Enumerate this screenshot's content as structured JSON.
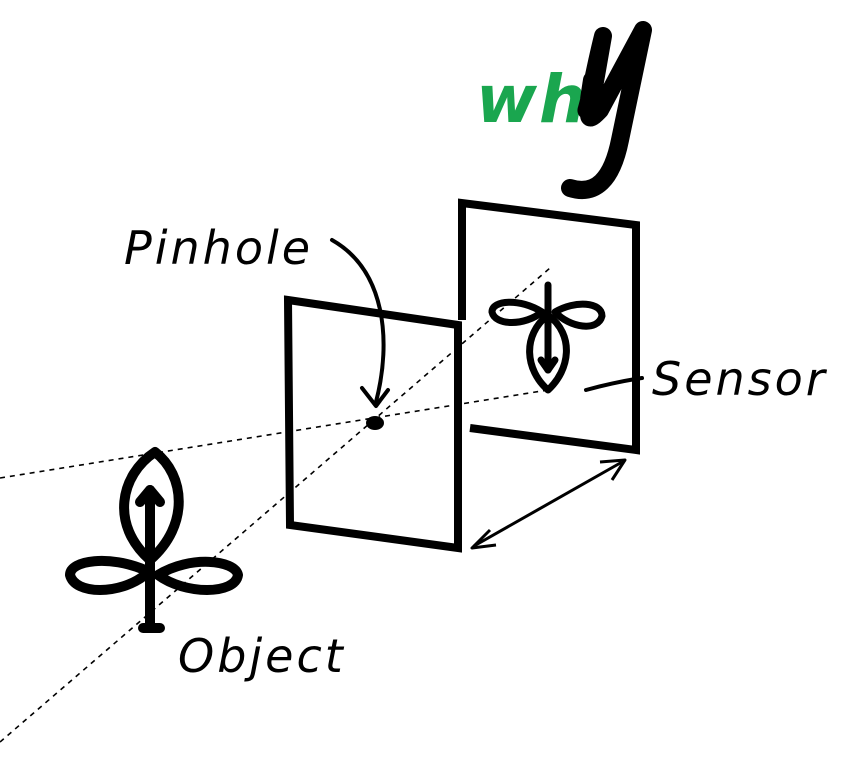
{
  "title": {
    "prefix": "wh",
    "suffix": "Y"
  },
  "labels": {
    "pinhole": "Pinhole",
    "sensor": "Sensor",
    "object": "Object"
  },
  "colors": {
    "accent": "#1aa64f",
    "ink": "#000000"
  },
  "icons": [
    "leaf-object-icon",
    "leaf-image-inverted-icon"
  ]
}
